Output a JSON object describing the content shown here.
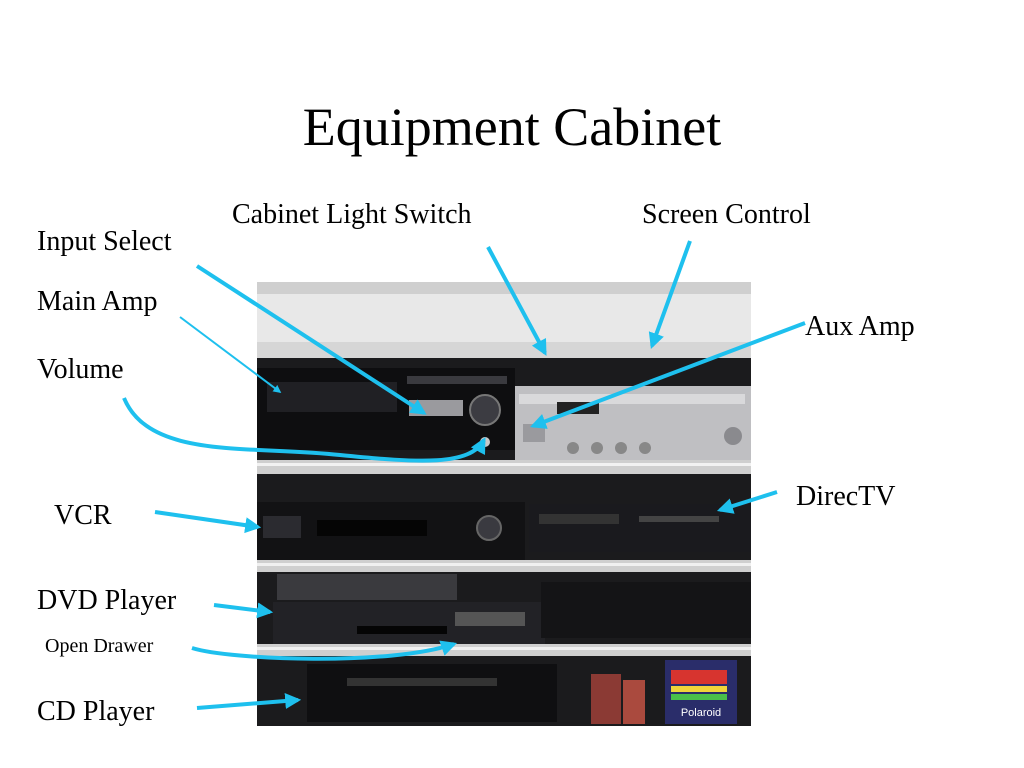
{
  "slide": {
    "title": "Equipment Cabinet"
  },
  "labels": {
    "input_select": "Input Select",
    "main_amp": "Main Amp",
    "volume": "Volume",
    "vcr": "VCR",
    "dvd_player": "DVD Player",
    "open_drawer": "Open Drawer",
    "cd_player": "CD Player",
    "cabinet_light_switch": "Cabinet Light Switch",
    "screen_control": "Screen Control",
    "aux_amp": "Aux Amp",
    "directv": "DirecTV"
  },
  "colors": {
    "callout_arrow": "#1ec0ee",
    "text": "#000000",
    "background": "#ffffff"
  },
  "photo": {
    "brand_text": "Polaroid"
  }
}
